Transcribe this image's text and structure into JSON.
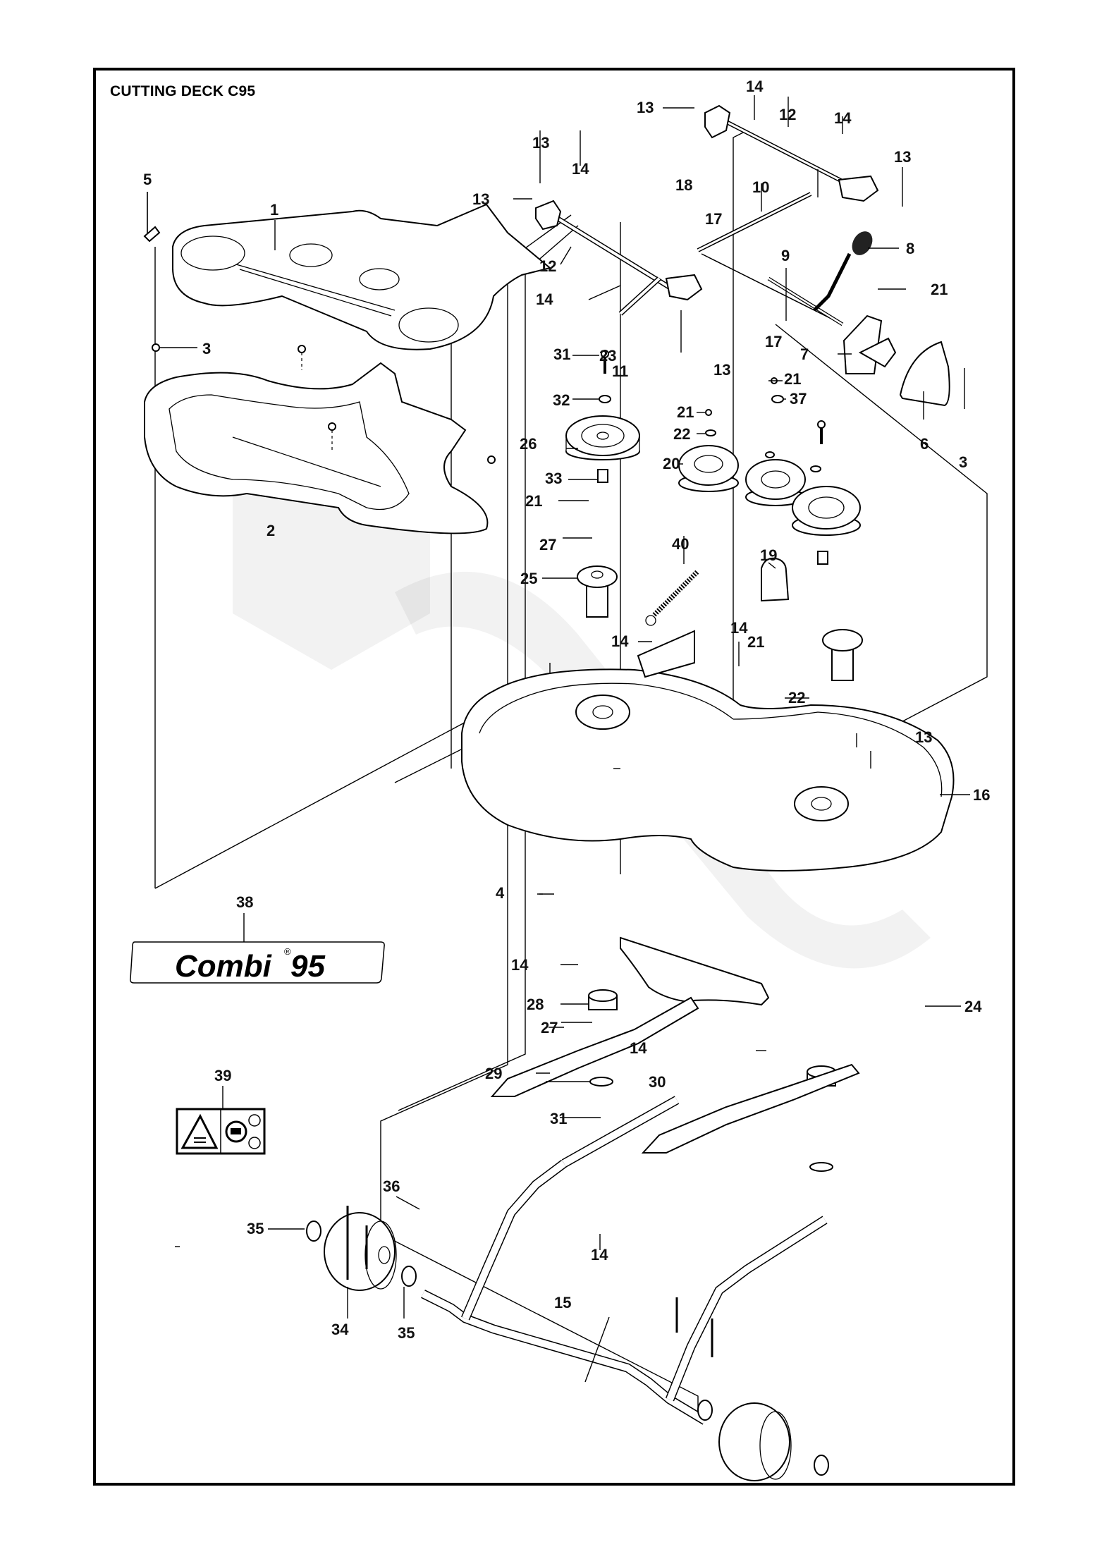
{
  "title": "CUTTING DECK C95",
  "decal": {
    "brand": "Combi",
    "model": "95",
    "registered_mark": "®"
  },
  "warning_decal": {
    "icons": [
      "hand-cut-warning-icon",
      "no-hands-rotating-blade-icon"
    ]
  },
  "callouts": [
    {
      "id": "1",
      "label": "1"
    },
    {
      "id": "2",
      "label": "2"
    },
    {
      "id": "3a",
      "label": "3"
    },
    {
      "id": "3b",
      "label": "3"
    },
    {
      "id": "4",
      "label": "4"
    },
    {
      "id": "5",
      "label": "5"
    },
    {
      "id": "6",
      "label": "6"
    },
    {
      "id": "7",
      "label": "7"
    },
    {
      "id": "8",
      "label": "8"
    },
    {
      "id": "9",
      "label": "9"
    },
    {
      "id": "10",
      "label": "10"
    },
    {
      "id": "11",
      "label": "11"
    },
    {
      "id": "12a",
      "label": "12"
    },
    {
      "id": "12b",
      "label": "12"
    },
    {
      "id": "13a",
      "label": "13"
    },
    {
      "id": "13b",
      "label": "13"
    },
    {
      "id": "13c",
      "label": "13"
    },
    {
      "id": "13d",
      "label": "13"
    },
    {
      "id": "13e",
      "label": "13"
    },
    {
      "id": "13f",
      "label": "13"
    },
    {
      "id": "14a",
      "label": "14"
    },
    {
      "id": "14b",
      "label": "14"
    },
    {
      "id": "14c",
      "label": "14"
    },
    {
      "id": "14d",
      "label": "14"
    },
    {
      "id": "14e",
      "label": "14"
    },
    {
      "id": "14f",
      "label": "14"
    },
    {
      "id": "14g",
      "label": "14"
    },
    {
      "id": "14h",
      "label": "14"
    },
    {
      "id": "14i",
      "label": "14"
    },
    {
      "id": "15",
      "label": "15"
    },
    {
      "id": "16",
      "label": "16"
    },
    {
      "id": "17a",
      "label": "17"
    },
    {
      "id": "17b",
      "label": "17"
    },
    {
      "id": "18",
      "label": "18"
    },
    {
      "id": "19",
      "label": "19"
    },
    {
      "id": "20",
      "label": "20"
    },
    {
      "id": "21a",
      "label": "21"
    },
    {
      "id": "21b",
      "label": "21"
    },
    {
      "id": "21c",
      "label": "21"
    },
    {
      "id": "21d",
      "label": "21"
    },
    {
      "id": "21e",
      "label": "21"
    },
    {
      "id": "22a",
      "label": "22"
    },
    {
      "id": "22b",
      "label": "22"
    },
    {
      "id": "23",
      "label": "23"
    },
    {
      "id": "24",
      "label": "24"
    },
    {
      "id": "25",
      "label": "25"
    },
    {
      "id": "26",
      "label": "26"
    },
    {
      "id": "27a",
      "label": "27"
    },
    {
      "id": "27b",
      "label": "27"
    },
    {
      "id": "28",
      "label": "28"
    },
    {
      "id": "29",
      "label": "29"
    },
    {
      "id": "30",
      "label": "30"
    },
    {
      "id": "31a",
      "label": "31"
    },
    {
      "id": "31b",
      "label": "31"
    },
    {
      "id": "32",
      "label": "32"
    },
    {
      "id": "33",
      "label": "33"
    },
    {
      "id": "34",
      "label": "34"
    },
    {
      "id": "35a",
      "label": "35"
    },
    {
      "id": "35b",
      "label": "35"
    },
    {
      "id": "36",
      "label": "36"
    },
    {
      "id": "37",
      "label": "37"
    },
    {
      "id": "38",
      "label": "38"
    },
    {
      "id": "39",
      "label": "39"
    },
    {
      "id": "40",
      "label": "40"
    }
  ]
}
